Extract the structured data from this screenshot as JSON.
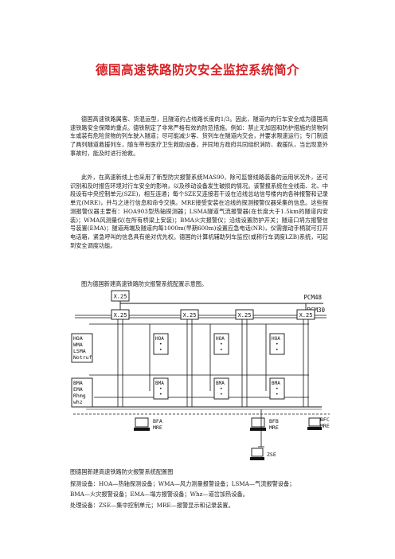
{
  "title": "德国高速铁路防灾安全监控系统简介",
  "paragraphs": [
    "德国高速铁路属客、货混运型，且隧道约占线路长度的1/3。因此，隧道内的行车安全成为德国高速铁路安全保障的重点。德铁制定了非常严格有效的防范措施。例如：禁止无加固和防护措施的货物列车或装有危险货物的列车驶入隧道；尽可能减少客、货列车在隧道内交会，并要求限速运行；专门制造了两列隧道救援列车，随车带有医疗卫生救助设备，并同地方政府共同组织消防、救援队，当出现意外事故时，能及时进行抢救。",
    "此外，在高速新线上也采用了新型防灾报警系统MAS90，除可监督线路装备的运用状况外，还可识别和及时报告环境对行车安全的影响，以及移动设备发生破损的情况。该警报系统在全线南、北、中段设有中央控制单元(SZE)，相互连通；每个SZE又连接若干设在沿线总站信号楼内的各种报警和记录单元(MRE)，并与之进行信息和命令交换。MRE接受安装在沿线的探测报警仪器采集的信息。这些探测报警仪器主要有：HOA903型热轴探测器；LSMA隧道气流报警器(在长度大于1.5km的隧道内安装)；WMA风测量仪(在所有桥梁上安装)；BMA火灾报警仪；沿线设置防护开关；隧道口坍方报警信号装置(EMA)；隧道两端及隧道内每1000m(早期600m)设置应急电话(NR)，仪需振动手柄就可打开电话箱，紧急呼叫的信息具有绝对优先权。德国的计算机辅助列车监控(或称行车调度LZB)系统，可起到安全调度功能。",
    "图为德国新建高速铁路防灾报警系统配置示意图。"
  ],
  "captions": [
    "图德国新建高速铁路防灾报警系统配置图",
    "探测设备：HOA—热轴探测设备；WMA—风力测量报警设备；LSMA—气流报警设备；",
    "BMA—火灾报警设备；EMA—塌方报警设备；Whz—道岔加热设备。",
    "处理设备：ZSE—集中控制单元；MRE—报警显示和记录装置。"
  ],
  "diagram": {
    "pcm48": "PCM48",
    "pcm30": "PCM30",
    "node": "X.25",
    "stack_top": [
      "HOA",
      "WMA",
      "LSMA",
      "Notruf"
    ],
    "stack_bottom": [
      "BMA",
      "EMA",
      "Rhmg",
      "whz"
    ],
    "hoa_box": [
      "HOA",
      "•",
      "•"
    ],
    "bma_box": [
      "BMA",
      "•",
      "•"
    ],
    "terminals": [
      "BFA",
      "MRE",
      "BFB",
      "MRE",
      "BFC",
      "MRE",
      "ZSE"
    ]
  }
}
